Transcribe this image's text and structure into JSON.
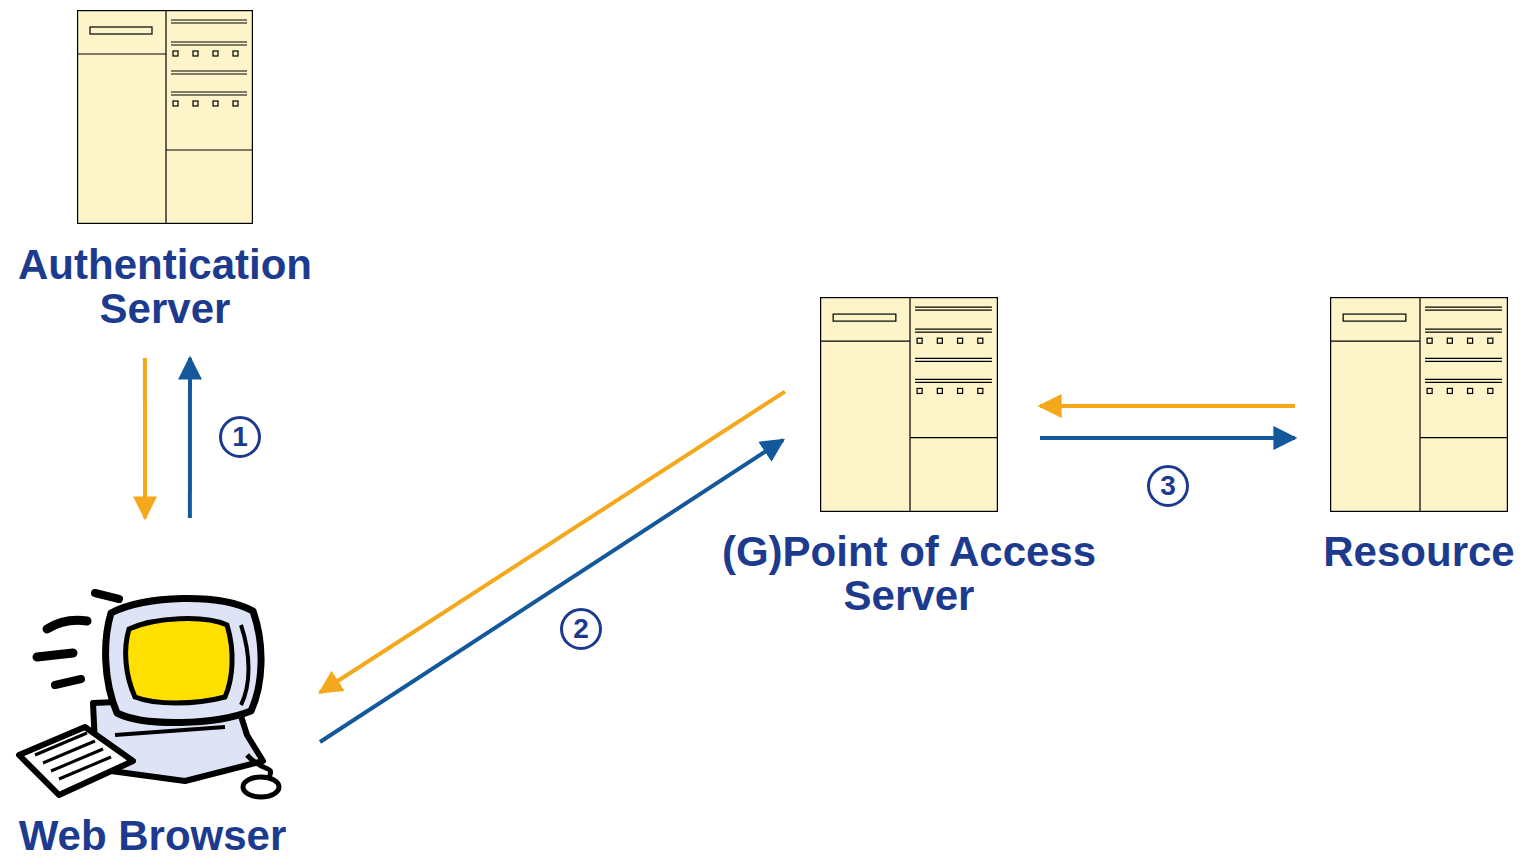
{
  "diagram": {
    "nodes": [
      {
        "text": [
          "Authentication Server"
        ]
      },
      {
        "text": [
          "(G)Point of Access Server"
        ]
      },
      {
        "text": [
          "Resource"
        ]
      },
      {
        "text": [
          "Web Browser"
        ]
      }
    ],
    "edges": [
      {
        "from": 3,
        "to": 0,
        "arrow": "to"
      },
      {
        "from": 0,
        "to": 3,
        "arrow": "to"
      },
      {
        "from": 3,
        "to": 1,
        "arrow": "to"
      },
      {
        "from": 1,
        "to": 3,
        "arrow": "to"
      },
      {
        "from": 1,
        "to": 2,
        "arrow": "to"
      },
      {
        "from": 2,
        "to": 1,
        "arrow": "to"
      }
    ],
    "labels": [
      "1",
      "2",
      "3"
    ]
  }
}
